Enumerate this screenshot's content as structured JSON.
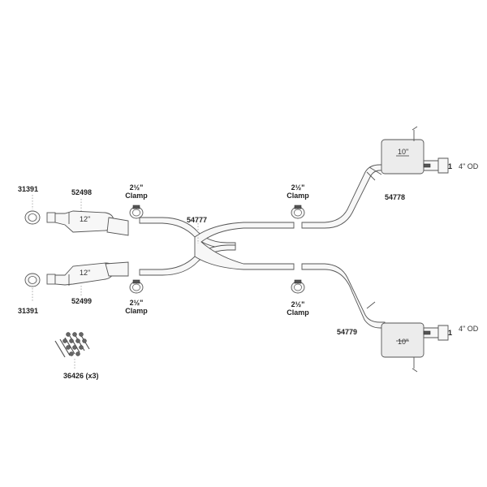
{
  "parts": {
    "gasket_top": "31391",
    "gasket_bottom": "31391",
    "resonator_top": "52498",
    "resonator_bottom": "52499",
    "xpipe": "54777",
    "rear_top": "54778",
    "rear_bottom": "54779",
    "hardware": "36426",
    "hardware_qty": "(x3)"
  },
  "clamps": {
    "size": "2½\"",
    "label": "Clamp"
  },
  "dimensions": {
    "resonator_len": "12\"",
    "muffler_len": "10\"",
    "tip_od": "4\" OD",
    "tip_mark": "1"
  }
}
